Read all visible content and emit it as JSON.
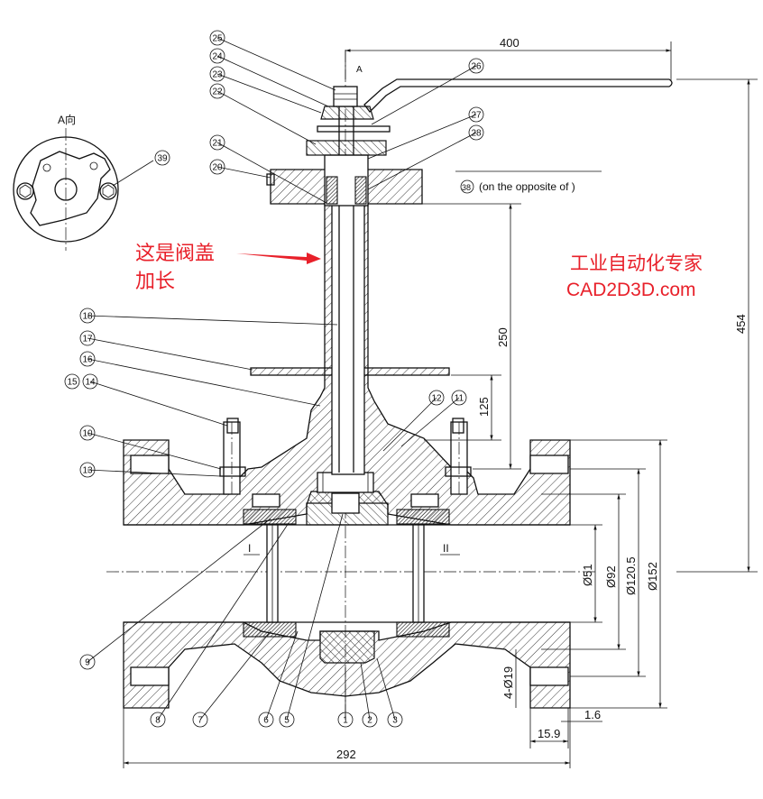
{
  "drawing": {
    "view_label": "A向",
    "arrow_label": "A",
    "section_marks": [
      "I",
      "II"
    ],
    "note_38": "(on the opposite of   )",
    "annotation_red": [
      "这是阀盖",
      "加长"
    ],
    "watermark": [
      "工业自动化专家",
      "CAD2D3D.com"
    ],
    "dimensions": {
      "handle_length": "400",
      "overall_height": "454",
      "bonnet_extension": "250",
      "neck_height": "125",
      "face_to_face": "292",
      "bore": "Ø51",
      "d92": "Ø92",
      "d120": "Ø120.5",
      "d152": "Ø152",
      "bolt_holes": "4-Ø19",
      "flange_thk": "15.9",
      "raised_face": "1.6"
    },
    "balloons": [
      "1",
      "2",
      "3",
      "5",
      "6",
      "7",
      "8",
      "9",
      "10",
      "11",
      "12",
      "13",
      "14",
      "15",
      "16",
      "17",
      "18",
      "20",
      "21",
      "22",
      "23",
      "24",
      "25",
      "26",
      "27",
      "28",
      "38",
      "39"
    ]
  }
}
